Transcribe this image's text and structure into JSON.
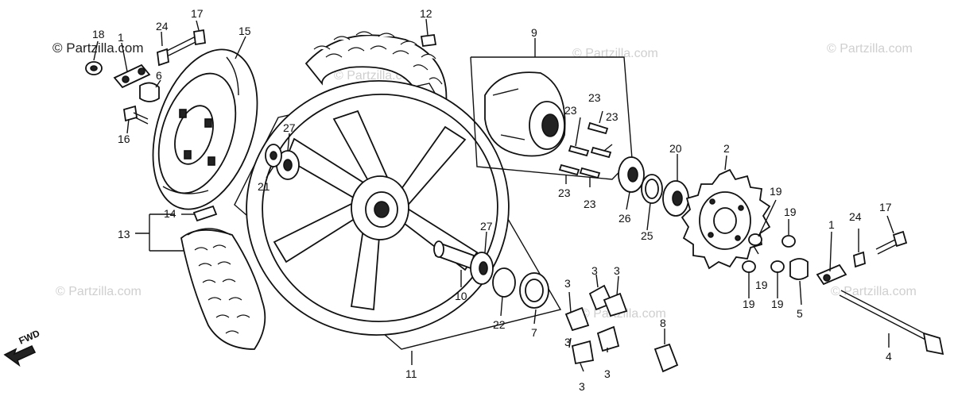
{
  "watermarks": {
    "main": "© Partzilla.com",
    "repeat": "© Partzilla.com"
  },
  "fwd_label": "FWD",
  "callouts": {
    "c1a": "1",
    "c1b": "1",
    "c2": "2",
    "c3a": "3",
    "c3b": "3",
    "c3c": "3",
    "c3d": "3",
    "c3e": "3",
    "c3f": "3",
    "c4": "4",
    "c5": "5",
    "c6": "6",
    "c7": "7",
    "c8": "8",
    "c9": "9",
    "c10": "10",
    "c11": "11",
    "c12": "12",
    "c13": "13",
    "c14": "14",
    "c15": "15",
    "c16": "16",
    "c17a": "17",
    "c17b": "17",
    "c18": "18",
    "c19a": "19",
    "c19b": "19",
    "c19c": "19",
    "c19d": "19",
    "c19e": "19",
    "c20": "20",
    "c21": "21",
    "c22": "22",
    "c23a": "23",
    "c23b": "23",
    "c23c": "23",
    "c23d": "23",
    "c23e": "23",
    "c24a": "24",
    "c24b": "24",
    "c25": "25",
    "c26": "26",
    "c27a": "27",
    "c27b": "27"
  }
}
